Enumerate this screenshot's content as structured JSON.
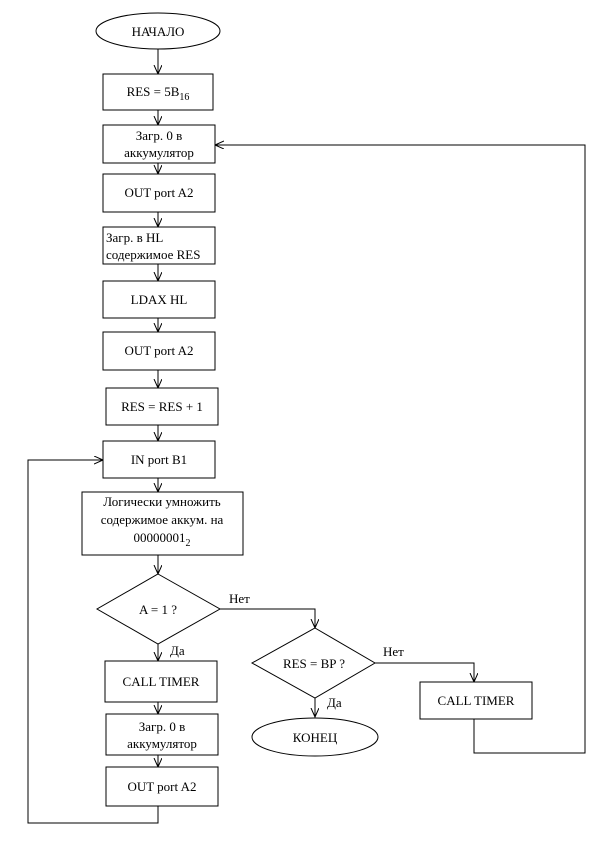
{
  "nodes": {
    "start": "НАЧАЛО",
    "res_init": {
      "main": "RES = 5B",
      "sub": "16"
    },
    "load_zero_1": [
      "Загр. 0 в",
      "аккумулятор"
    ],
    "out_a2_1": "OUT port A2",
    "load_hl": [
      "Загр. в HL",
      "содержимое RES"
    ],
    "ldax": "LDAX HL",
    "out_a2_2": "OUT port A2",
    "res_inc": "RES = RES + 1",
    "in_b1": "IN port B1",
    "and_op": {
      "line1": "Логически умножить",
      "line2": "содержимое аккум. на",
      "main": "00000001",
      "sub": "2"
    },
    "decision_a": "A = 1 ?",
    "call_timer_1": "CALL TIMER",
    "load_zero_2": [
      "Загр. 0 в",
      "аккумулятор"
    ],
    "out_a2_3": "OUT port A2",
    "decision_res": "RES = BP ?",
    "end": "КОНЕЦ",
    "call_timer_2": "CALL TIMER"
  },
  "edge_labels": {
    "a_no": "Нет",
    "a_yes": "Да",
    "res_no": "Нет",
    "res_yes": "Да"
  }
}
